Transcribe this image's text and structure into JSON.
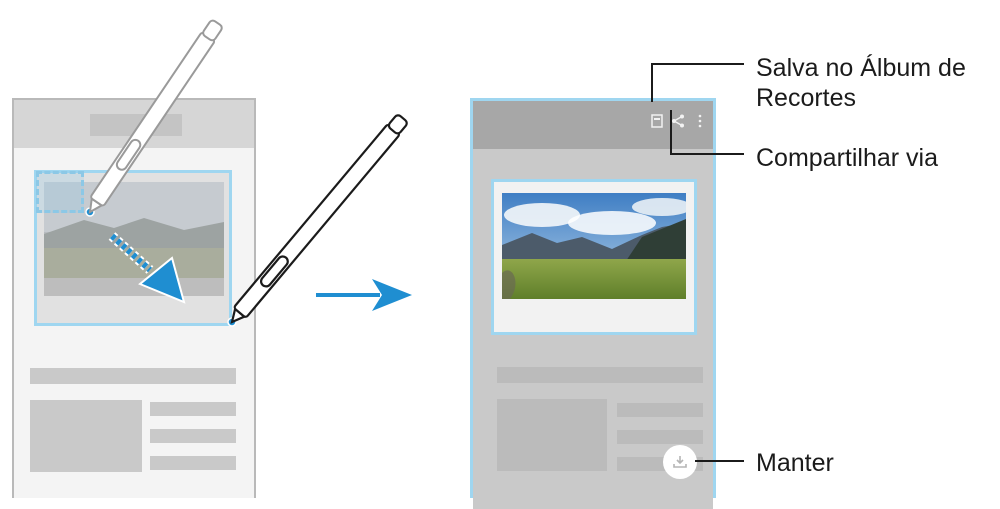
{
  "callouts": {
    "save": "Salva no Álbum de Recortes",
    "share": "Compartilhar via",
    "keep": "Manter"
  },
  "icons": {
    "save": "clipboard-save-icon",
    "share": "share-icon",
    "more": "more-options-icon",
    "keep": "keep-download-icon",
    "pen": "s-pen-icon",
    "flow_arrow": "arrow-right-icon",
    "drag_arrow": "drag-arrow-icon"
  },
  "colors": {
    "accent": "#1f8ed1",
    "selection": "#9fd6f0",
    "callout_line": "#1b1b1b"
  }
}
